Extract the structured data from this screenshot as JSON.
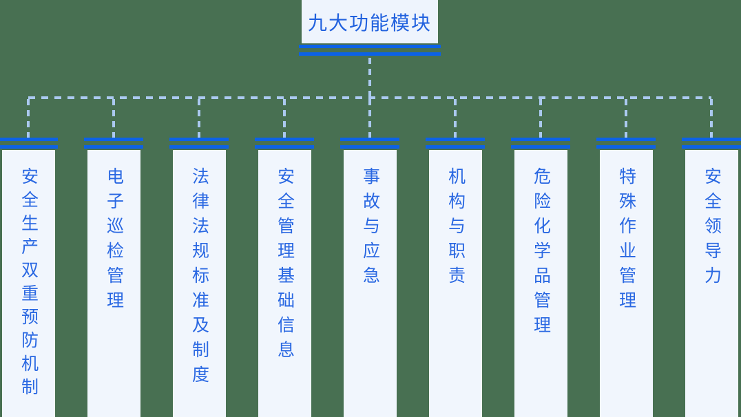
{
  "diagram": {
    "root": {
      "label": "九大功能模块"
    },
    "modules": [
      {
        "label": "安全生产双重预防机制"
      },
      {
        "label": "电子巡检管理"
      },
      {
        "label": "法律法规标准及制度"
      },
      {
        "label": "安全管理基础信息"
      },
      {
        "label": "事故与应急"
      },
      {
        "label": "机构与职责"
      },
      {
        "label": "危险化学品管理"
      },
      {
        "label": "特殊作业管理"
      },
      {
        "label": "安全领导力"
      }
    ],
    "colors": {
      "background": "#487052",
      "bar_blue": "#0c62e6",
      "text_blue": "#2a68e2",
      "connector_dash": "#abc9f0",
      "root_node_bg": "#eef4fd",
      "column_bg": "#f1f6fd"
    }
  }
}
